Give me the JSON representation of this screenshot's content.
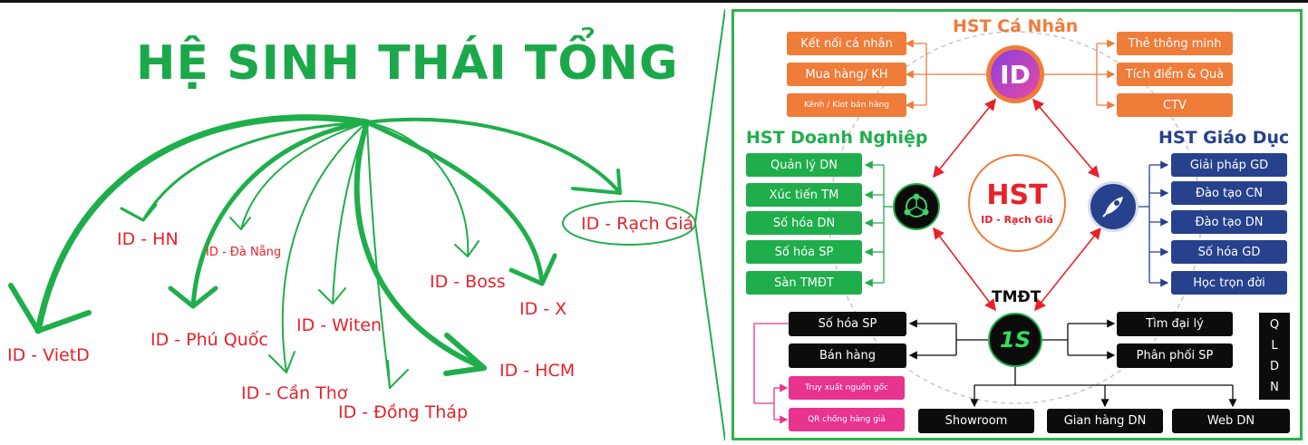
{
  "title": "HỆ SINH THÁI TỔNG",
  "cities": {
    "vietd": "ID - VietD",
    "hn": "ID - HN",
    "danang": "ID - Đà Nẵng",
    "phuquoc": "ID - Phú Quốc",
    "cantho": "ID - Cần Thơ",
    "witen": "ID - Witen",
    "dongthap": "ID - Đồng Tháp",
    "boss": "ID - Boss",
    "hcm": "ID - HCM",
    "x": "ID - X",
    "rachgia": "ID - Rạch Giá"
  },
  "personal": {
    "heading": "HST Cá Nhân",
    "logo": "ID",
    "left": [
      "Kết nối cá nhân",
      "Mua hàng/ KH",
      "Kênh / Kiot bán hàng"
    ],
    "right": [
      "Thẻ thông minh",
      "Tích điểm & Quà",
      "CTV"
    ]
  },
  "business": {
    "heading": "HST Doanh Nghiệp",
    "items": [
      "Quản lý DN",
      "Xúc tiến TM",
      "Số hóa DN",
      "Số hóa SP",
      "Sàn TMĐT"
    ]
  },
  "education": {
    "heading": "HST Giáo Dục",
    "items": [
      "Giải pháp GD",
      "Đào tạo CN",
      "Đào tạo DN",
      "Số hóa GD",
      "Học trọn đời"
    ]
  },
  "center": {
    "title": "HST",
    "subtitle": "ID - Rạch Giá"
  },
  "ecommerce": {
    "heading": "TMĐT",
    "logo": "1S",
    "left": [
      "Số hóa SP",
      "Bán hàng"
    ],
    "pink": [
      "Truy xuất nguồn gốc",
      "QR chống hàng giả"
    ],
    "right": [
      "Tìm đại lý",
      "Phân phối SP"
    ],
    "bottom": [
      "Showroom",
      "Gian hàng DN",
      "Web DN"
    ],
    "qldn": [
      "Q",
      "L",
      "D",
      "N"
    ]
  },
  "colors": {
    "green": "#1fae4b",
    "orange": "#f07c3a",
    "blue": "#27418d",
    "red": "#e8212a",
    "pink": "#e8338f",
    "black": "#0c0c0c"
  }
}
